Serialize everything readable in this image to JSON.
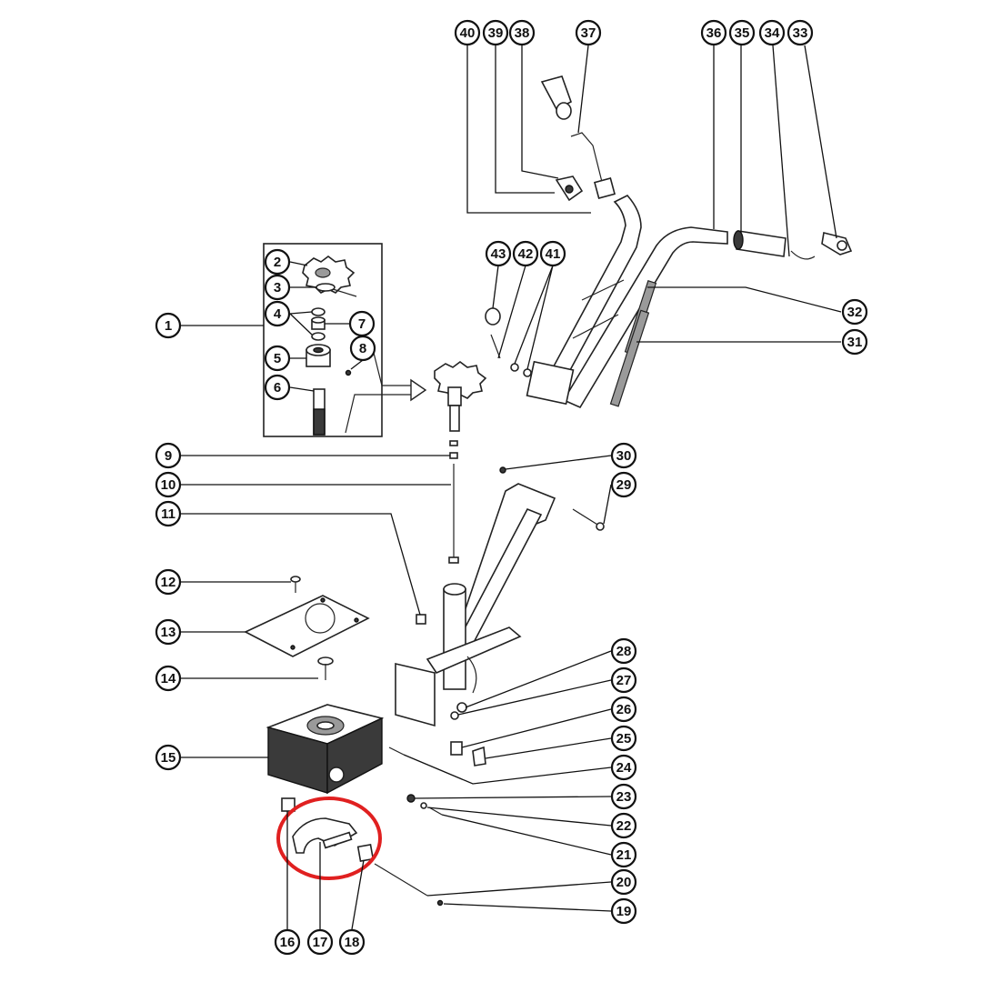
{
  "callouts": {
    "c1": "1",
    "c2": "2",
    "c3": "3",
    "c4": "4",
    "c5": "5",
    "c6": "6",
    "c7": "7",
    "c8": "8",
    "c9": "9",
    "c10": "10",
    "c11": "11",
    "c12": "12",
    "c13": "13",
    "c14": "14",
    "c15": "15",
    "c16": "16",
    "c17": "17",
    "c18": "18",
    "c19": "19",
    "c20": "20",
    "c21": "21",
    "c22": "22",
    "c23": "23",
    "c24": "24",
    "c25": "25",
    "c26": "26",
    "c27": "27",
    "c28": "28",
    "c29": "29",
    "c30": "30",
    "c31": "31",
    "c32": "32",
    "c33": "33",
    "c34": "34",
    "c35": "35",
    "c36": "36",
    "c37": "37",
    "c38": "38",
    "c39": "39",
    "c40": "40",
    "c41": "41",
    "c42": "42",
    "c43": "43"
  },
  "colors": {
    "line": "#111111",
    "highlight": "#e02020",
    "background": "#ffffff"
  }
}
